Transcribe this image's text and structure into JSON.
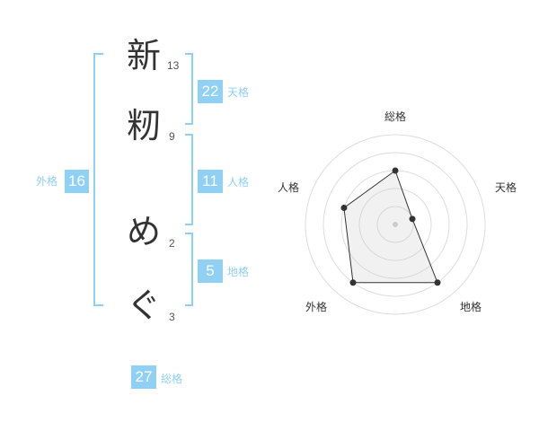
{
  "name": {
    "chars": [
      "新",
      "籾",
      "め",
      "ぐ"
    ],
    "strokes": [
      "13",
      "9",
      "2",
      "3"
    ]
  },
  "fortunes": {
    "tenkaku": {
      "label": "天格",
      "value": "22"
    },
    "jinkaku": {
      "label": "人格",
      "value": "11"
    },
    "chikaku": {
      "label": "地格",
      "value": "5"
    },
    "gaikaku": {
      "label": "外格",
      "value": "16"
    },
    "soukaku": {
      "label": "総格",
      "value": "27"
    }
  },
  "colors": {
    "accent": "#8fd0f4",
    "text": "#333333",
    "grid": "#dddddd"
  },
  "chart_data": {
    "type": "radar",
    "axes": [
      "総格",
      "天格",
      "地格",
      "外格",
      "人格"
    ],
    "levels": 5,
    "values": [
      3,
      1,
      4,
      4,
      3
    ],
    "max": 5
  }
}
